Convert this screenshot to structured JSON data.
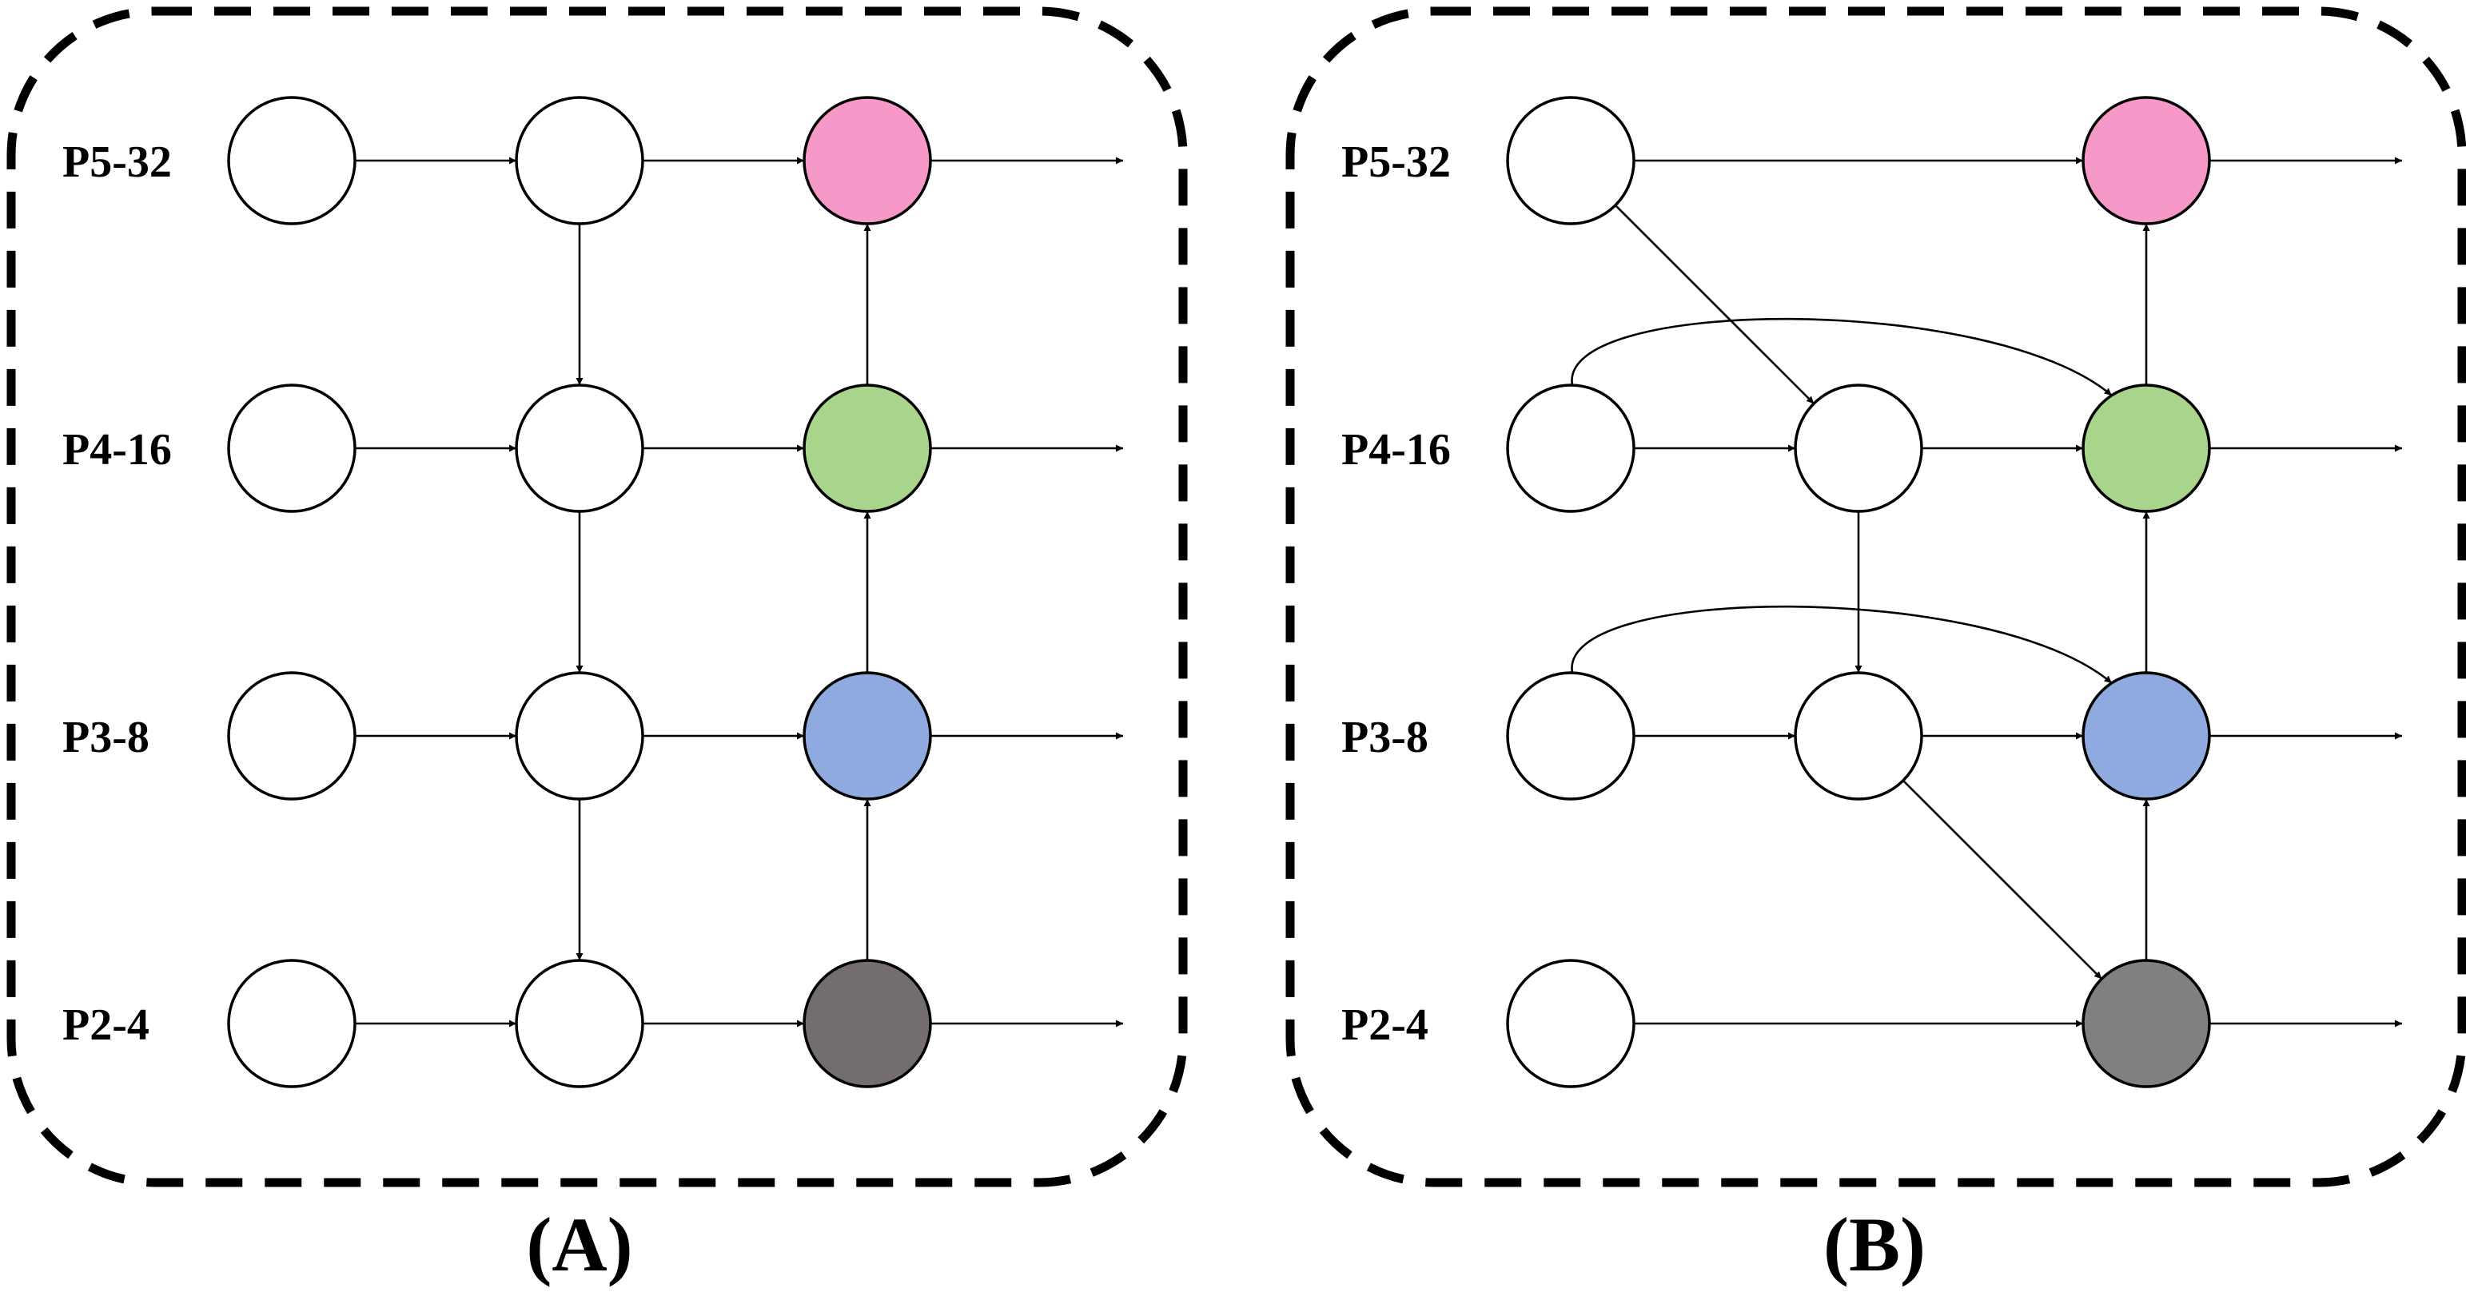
{
  "colors": {
    "stroke": "#000000",
    "node_default": "#ffffff",
    "p5_output": "#f799c8",
    "p4_output": "#a9d48c",
    "p3_output": "#8eaade",
    "p2_output_a": "#736d6d",
    "p2_output_b": "#808080"
  },
  "levels": [
    "P5-32",
    "P4-16",
    "P3-8",
    "P2-4"
  ],
  "panels": [
    {
      "id": "A",
      "caption": "(A)",
      "nodes": [
        {
          "id": "in5",
          "col": 0,
          "row": 0,
          "color": "node_default"
        },
        {
          "id": "in4",
          "col": 0,
          "row": 1,
          "color": "node_default"
        },
        {
          "id": "in3",
          "col": 0,
          "row": 2,
          "color": "node_default"
        },
        {
          "id": "in2",
          "col": 0,
          "row": 3,
          "color": "node_default"
        },
        {
          "id": "td5",
          "col": 1,
          "row": 0,
          "color": "node_default"
        },
        {
          "id": "td4",
          "col": 1,
          "row": 1,
          "color": "node_default"
        },
        {
          "id": "td3",
          "col": 1,
          "row": 2,
          "color": "node_default"
        },
        {
          "id": "td2",
          "col": 1,
          "row": 3,
          "color": "node_default"
        },
        {
          "id": "out5",
          "col": 2,
          "row": 0,
          "color": "p5_output"
        },
        {
          "id": "out4",
          "col": 2,
          "row": 1,
          "color": "p4_output"
        },
        {
          "id": "out3",
          "col": 2,
          "row": 2,
          "color": "p3_output"
        },
        {
          "id": "out2",
          "col": 2,
          "row": 3,
          "color": "p2_output_a"
        }
      ],
      "edges": [
        {
          "from": "in5",
          "to": "td5"
        },
        {
          "from": "in4",
          "to": "td4"
        },
        {
          "from": "in3",
          "to": "td3"
        },
        {
          "from": "in2",
          "to": "td2"
        },
        {
          "from": "td5",
          "to": "out5"
        },
        {
          "from": "td4",
          "to": "out4"
        },
        {
          "from": "td3",
          "to": "out3"
        },
        {
          "from": "td2",
          "to": "out2"
        },
        {
          "from": "td5",
          "to": "td4"
        },
        {
          "from": "td4",
          "to": "td3"
        },
        {
          "from": "td3",
          "to": "td2"
        },
        {
          "from": "out2",
          "to": "out3"
        },
        {
          "from": "out3",
          "to": "out4"
        },
        {
          "from": "out4",
          "to": "out5"
        },
        {
          "from": "out5",
          "to": "exit"
        },
        {
          "from": "out4",
          "to": "exit"
        },
        {
          "from": "out3",
          "to": "exit"
        },
        {
          "from": "out2",
          "to": "exit"
        }
      ]
    },
    {
      "id": "B",
      "caption": "(B)",
      "nodes": [
        {
          "id": "in5",
          "col": 0,
          "row": 0,
          "color": "node_default"
        },
        {
          "id": "in4",
          "col": 0,
          "row": 1,
          "color": "node_default"
        },
        {
          "id": "in3",
          "col": 0,
          "row": 2,
          "color": "node_default"
        },
        {
          "id": "in2",
          "col": 0,
          "row": 3,
          "color": "node_default"
        },
        {
          "id": "mid4",
          "col": 1,
          "row": 1,
          "color": "node_default"
        },
        {
          "id": "mid3",
          "col": 1,
          "row": 2,
          "color": "node_default"
        },
        {
          "id": "out5",
          "col": 2,
          "row": 0,
          "color": "p5_output"
        },
        {
          "id": "out4",
          "col": 2,
          "row": 1,
          "color": "p4_output"
        },
        {
          "id": "out3",
          "col": 2,
          "row": 2,
          "color": "p3_output"
        },
        {
          "id": "out2",
          "col": 2,
          "row": 3,
          "color": "p2_output_b"
        }
      ],
      "edges": [
        {
          "from": "in5",
          "to": "out5"
        },
        {
          "from": "in5",
          "to": "mid4"
        },
        {
          "from": "in4",
          "to": "mid4"
        },
        {
          "from": "in4",
          "to": "out4",
          "curved": true
        },
        {
          "from": "mid4",
          "to": "out4"
        },
        {
          "from": "mid4",
          "to": "mid3"
        },
        {
          "from": "in3",
          "to": "mid3"
        },
        {
          "from": "in3",
          "to": "out3",
          "curved": true
        },
        {
          "from": "mid3",
          "to": "out3"
        },
        {
          "from": "mid3",
          "to": "out2"
        },
        {
          "from": "in2",
          "to": "out2"
        },
        {
          "from": "out2",
          "to": "out3"
        },
        {
          "from": "out3",
          "to": "out4"
        },
        {
          "from": "out4",
          "to": "out5"
        },
        {
          "from": "out5",
          "to": "exit"
        },
        {
          "from": "out4",
          "to": "exit"
        },
        {
          "from": "out3",
          "to": "exit"
        },
        {
          "from": "out2",
          "to": "exit"
        }
      ]
    }
  ]
}
